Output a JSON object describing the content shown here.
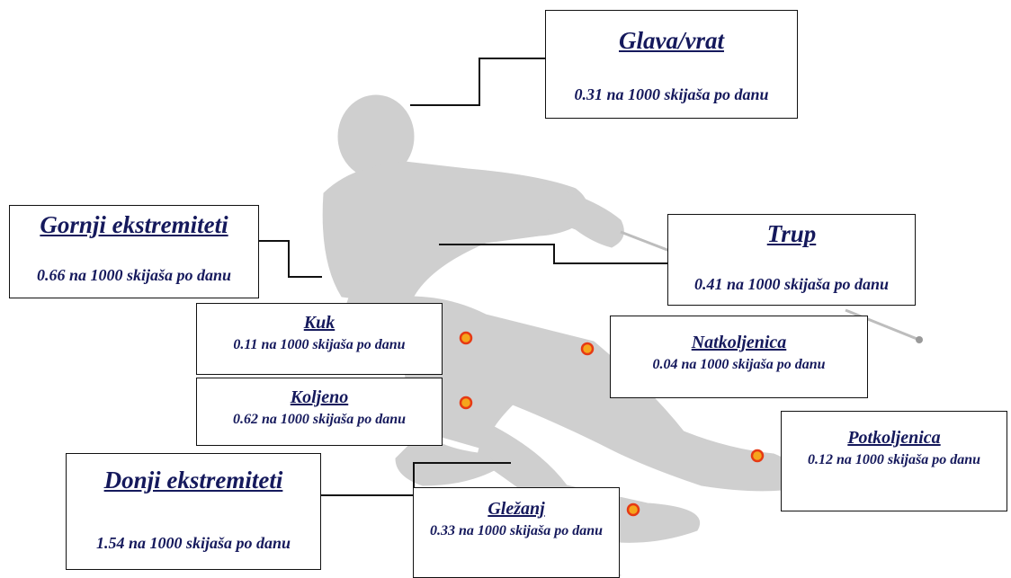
{
  "regions": {
    "head_neck": {
      "title": "Glava/vrat",
      "rate": "0.31 na 1000 skijaša po danu"
    },
    "upper_limbs": {
      "title": "Gornji ekstremiteti",
      "rate": "0.66 na 1000 skijaša po danu"
    },
    "trunk": {
      "title": "Trup",
      "rate": "0.41 na 1000 skijaša po danu"
    },
    "hip": {
      "title": "Kuk",
      "rate": "0.11 na 1000 skijaša po danu"
    },
    "knee": {
      "title": "Koljeno",
      "rate": "0.62 na 1000 skijaša po danu"
    },
    "thigh": {
      "title": "Natkoljenica",
      "rate": "0.04 na 1000 skijaša po danu"
    },
    "lower_leg": {
      "title": "Potkoljenica",
      "rate": "0.12 na 1000 skijaša po danu"
    },
    "lower_limbs": {
      "title": "Donji ekstremiteti",
      "rate": "1.54 na 1000 skijaša po danu"
    },
    "ankle": {
      "title": "Gležanj",
      "rate": "0.33 na 1000 skijaša po danu"
    }
  },
  "colors": {
    "silhouette": "#cfcfcf",
    "marker_fill": "#f5a51c",
    "marker_stroke": "#e63a14",
    "text": "#15195c",
    "line": "#111111"
  }
}
